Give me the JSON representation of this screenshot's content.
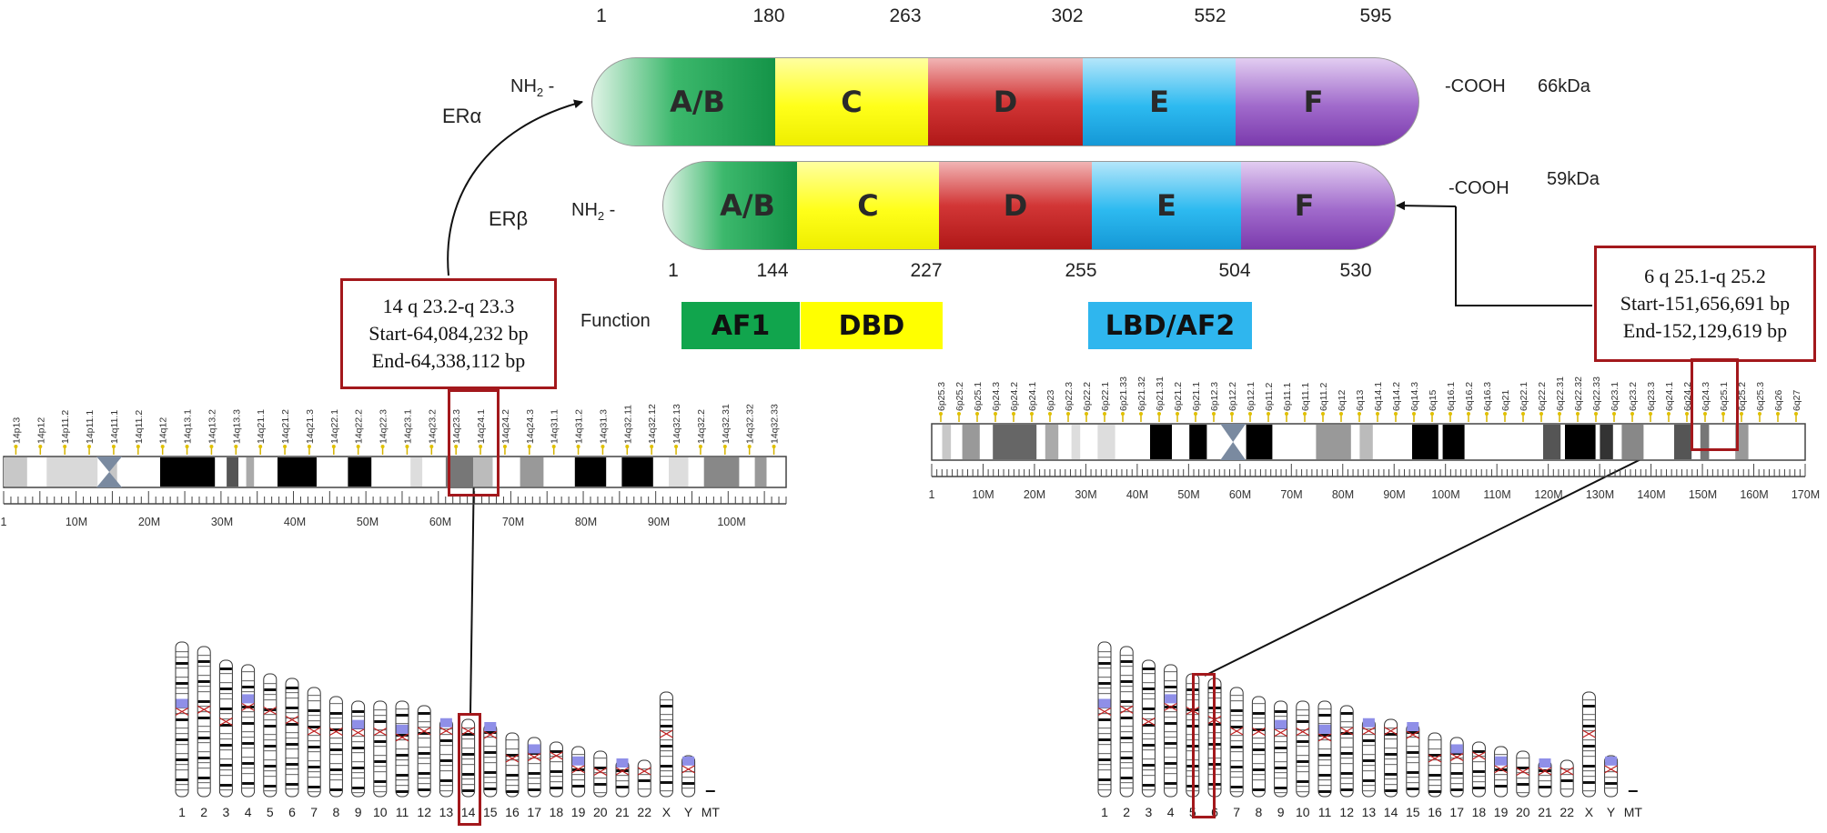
{
  "proteins": {
    "alpha": {
      "name": "ERα",
      "nh2_label": "NH",
      "nh2_sub": "2",
      "nh2_dash": " -",
      "cooh_label": "-COOH",
      "mass": "66kDa",
      "positions": [
        "1",
        "180",
        "263",
        "302",
        "552",
        "595"
      ],
      "domains": [
        "A/B",
        "C",
        "D",
        "E",
        "F"
      ]
    },
    "beta": {
      "name": "ERβ",
      "nh2_label": "NH",
      "nh2_sub": "2",
      "nh2_dash": " -",
      "cooh_label": "-COOH",
      "mass": "59kDa",
      "positions": [
        "1",
        "144",
        "227",
        "255",
        "504",
        "530"
      ],
      "domains": [
        "A/B",
        "C",
        "D",
        "E",
        "F"
      ]
    }
  },
  "function_legend": {
    "label": "Function",
    "items": [
      "AF1",
      "DBD",
      "LBD/AF2"
    ],
    "colors": [
      "#0ea34a",
      "#ffff00",
      "#2fb6ee"
    ]
  },
  "domain_colors": {
    "ab": "#22aa55",
    "c": "#ffff1a",
    "d": "#c81e1e",
    "e": "#1eb3ee",
    "f": "#8a4cb8"
  },
  "loci": {
    "chr14": {
      "lines": [
        "14 q 23.2-q 23.3",
        "Start-64,084,232 bp",
        "End-64,338,112 bp"
      ],
      "bands": [
        "14p13",
        "14p12",
        "14p11.2",
        "14p11.1",
        "14q11.1",
        "14q11.2",
        "14q12",
        "14q13.1",
        "14q13.2",
        "14q13.3",
        "14q21.1",
        "14q21.2",
        "14q21.3",
        "14q22.1",
        "14q22.2",
        "14q22.3",
        "14q23.1",
        "14q23.2",
        "14q23.3",
        "14q24.1",
        "14q24.2",
        "14q24.3",
        "14q31.1",
        "14q31.2",
        "14q31.3",
        "14q32.11",
        "14q32.12",
        "14q32.13",
        "14q32.2",
        "14q32.31",
        "14q32.32",
        "14q32.33"
      ],
      "ruler_labels": [
        "1",
        "10M",
        "20M",
        "30M",
        "40M",
        "50M",
        "60M",
        "70M",
        "80M",
        "90M",
        "100M"
      ]
    },
    "chr6": {
      "lines": [
        "6 q 25.1-q 25.2",
        "Start-151,656,691 bp",
        "End-152,129,619 bp"
      ],
      "bands": [
        "6p25.3",
        "6p25.2",
        "6p25.1",
        "6p24.3",
        "6p24.2",
        "6p24.1",
        "6p23",
        "6p22.3",
        "6p22.2",
        "6p22.1",
        "6p21.33",
        "6p21.32",
        "6p21.31",
        "6p21.2",
        "6p21.1",
        "6p12.3",
        "6p12.2",
        "6p12.1",
        "6p11.2",
        "6p11.1",
        "6q11.1",
        "6q11.2",
        "6q12",
        "6q13",
        "6q14.1",
        "6q14.2",
        "6q14.3",
        "6q15",
        "6q16.1",
        "6q16.2",
        "6q16.3",
        "6q21",
        "6q22.1",
        "6q22.2",
        "6q22.31",
        "6q22.32",
        "6q22.33",
        "6q23.1",
        "6q23.2",
        "6q23.3",
        "6q24.1",
        "6q24.2",
        "6q24.3",
        "6q25.1",
        "6q25.2",
        "6q25.3",
        "6q26",
        "6q27"
      ],
      "ruler_labels": [
        "1",
        "10M",
        "20M",
        "30M",
        "40M",
        "50M",
        "60M",
        "70M",
        "80M",
        "90M",
        "100M",
        "110M",
        "120M",
        "130M",
        "140M",
        "150M",
        "160M",
        "170M"
      ]
    }
  },
  "karyotype_labels": [
    "1",
    "2",
    "3",
    "4",
    "5",
    "6",
    "7",
    "8",
    "9",
    "10",
    "11",
    "12",
    "13",
    "14",
    "15",
    "16",
    "17",
    "18",
    "19",
    "20",
    "21",
    "22",
    "X",
    "Y",
    "MT"
  ]
}
